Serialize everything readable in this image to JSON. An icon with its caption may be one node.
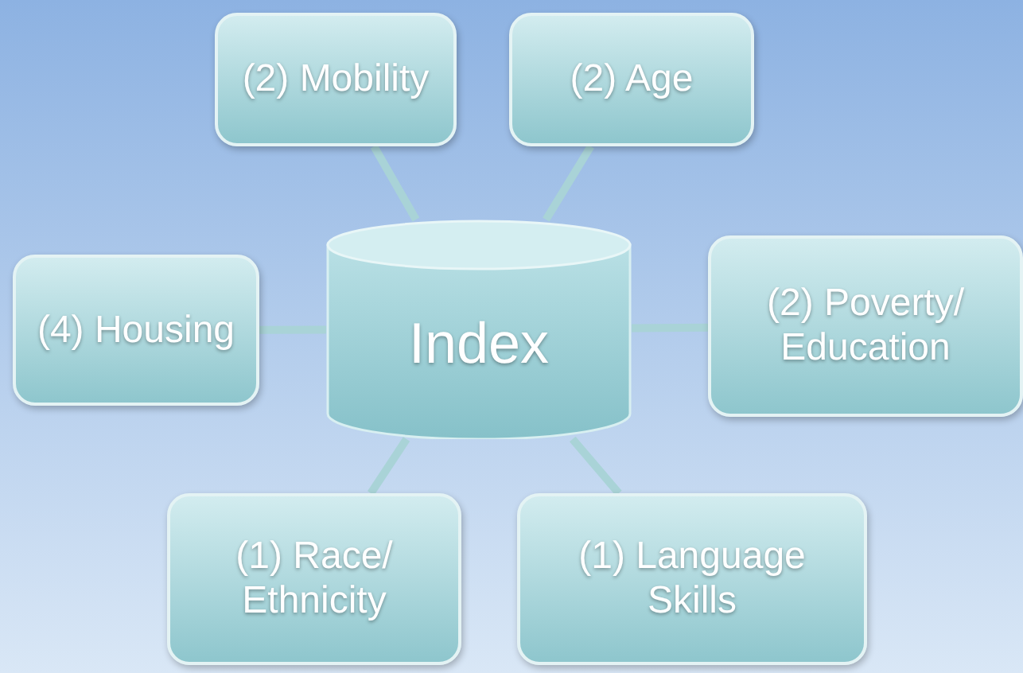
{
  "diagram": {
    "nodes": [
      {
        "text": [
          "(2) Mobility"
        ]
      },
      {
        "text": [
          "(2) Age"
        ]
      },
      {
        "text": [
          "(4) Housing"
        ]
      },
      {
        "text": [
          "Index"
        ]
      },
      {
        "text": [
          "(2) Poverty/ Education"
        ]
      },
      {
        "text": [
          "(1) Race/ Ethnicity"
        ]
      },
      {
        "text": [
          "(1) Language Skills"
        ]
      }
    ],
    "edges": [
      {
        "from": 3,
        "to": 0,
        "arrow": "none"
      },
      {
        "from": 3,
        "to": 1,
        "arrow": "none"
      },
      {
        "from": 3,
        "to": 2,
        "arrow": "none"
      },
      {
        "from": 3,
        "to": 4,
        "arrow": "none"
      },
      {
        "from": 3,
        "to": 5,
        "arrow": "none"
      },
      {
        "from": 3,
        "to": 6,
        "arrow": "none"
      }
    ]
  }
}
